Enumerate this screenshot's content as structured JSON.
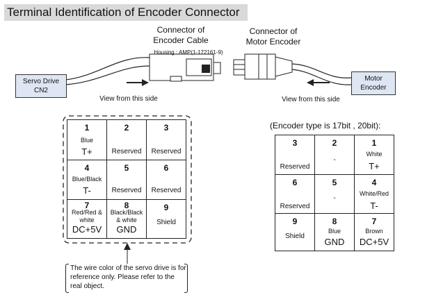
{
  "title": "Terminal Identification of Encoder Connector",
  "labels": {
    "cable_connector": [
      "Connector of",
      "Encoder Cable"
    ],
    "housing": "Housing : AMP(1-172161-9)",
    "motor_connector": [
      "Connector of",
      "Motor Encoder"
    ],
    "servo_drive": [
      "Servo Drive",
      "CN2"
    ],
    "motor_encoder": [
      "Motor",
      "Encoder"
    ],
    "view_left": "View from this side",
    "view_right": "View from this side",
    "encoder_type": "(Encoder type is 17bit , 20bit):"
  },
  "left_grid": [
    [
      {
        "num": "1",
        "color": "Blue",
        "signal": "T+"
      },
      {
        "num": "2",
        "reserved": "Reserved"
      },
      {
        "num": "3",
        "reserved": "Reserved"
      }
    ],
    [
      {
        "num": "4",
        "color": "Blue/Black",
        "signal": "T-"
      },
      {
        "num": "5",
        "reserved": "Reserved"
      },
      {
        "num": "6",
        "reserved": "Reserved"
      }
    ],
    [
      {
        "num": "7",
        "color": "Red/Red &\nwhite",
        "signal": "DC+5V"
      },
      {
        "num": "8",
        "color": "Black/Black\n& white",
        "signal": "GND"
      },
      {
        "num": "9",
        "shield": "Shield"
      }
    ]
  ],
  "right_grid": [
    [
      {
        "num": "3",
        "reserved": "Reserved"
      },
      {
        "num": "2",
        "dash": "-"
      },
      {
        "num": "1",
        "color": "White",
        "signal": "T+"
      }
    ],
    [
      {
        "num": "6",
        "reserved": "Reserved"
      },
      {
        "num": "5",
        "dash": "-"
      },
      {
        "num": "4",
        "color": "White/Red",
        "signal": "T-"
      }
    ],
    [
      {
        "num": "9",
        "shield": "Shield"
      },
      {
        "num": "8",
        "color": "Blue",
        "signal": "GND"
      },
      {
        "num": "7",
        "color": "Brown",
        "signal": "DC+5V"
      }
    ]
  ],
  "note": "The wire color of the servo drive is for reference only. Please refer to the real object."
}
